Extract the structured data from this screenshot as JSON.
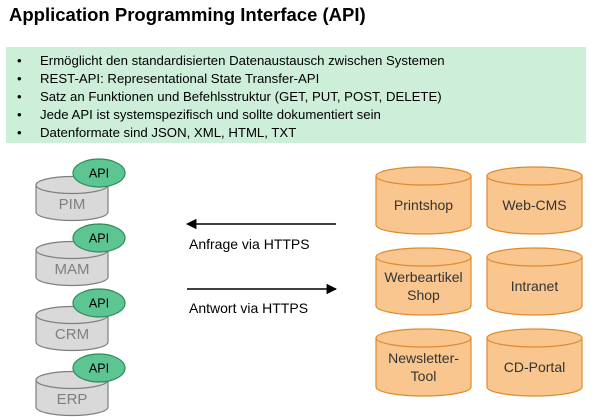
{
  "title": "Application Programming Interface (API)",
  "bullets": [
    "Ermöglicht den standardisierten Datenaustausch zwischen Systemen",
    "REST-API: Representational State Transfer-API",
    "Satz an Funktionen und Befehlsstruktur (GET, PUT, POST, DELETE)",
    "Jede API ist systemspezifisch und sollte dokumentiert sein",
    "Datenformate sind JSON, XML, HTML, TXT"
  ],
  "systems": [
    {
      "name": "PIM",
      "badge": "API"
    },
    {
      "name": "MAM",
      "badge": "API"
    },
    {
      "name": "CRM",
      "badge": "API"
    },
    {
      "name": "ERP",
      "badge": "API"
    }
  ],
  "arrows": {
    "request_label": "Anfrage via HTTPS",
    "response_label": "Antwort via HTTPS"
  },
  "channels": [
    {
      "lines": [
        "Printshop"
      ]
    },
    {
      "lines": [
        "Web-CMS"
      ]
    },
    {
      "lines": [
        "Werbeartikel",
        "Shop"
      ]
    },
    {
      "lines": [
        "Intranet"
      ]
    },
    {
      "lines": [
        "Newsletter-",
        "Tool"
      ]
    },
    {
      "lines": [
        "CD-Portal"
      ]
    }
  ],
  "colors": {
    "info_box": "#cdeed9",
    "system_fill": "#d9d9d9",
    "system_text": "#7f7f7f",
    "badge_fill": "#5cc592",
    "channel_fill": "#f9c68f",
    "channel_stroke": "#e08a2c"
  }
}
